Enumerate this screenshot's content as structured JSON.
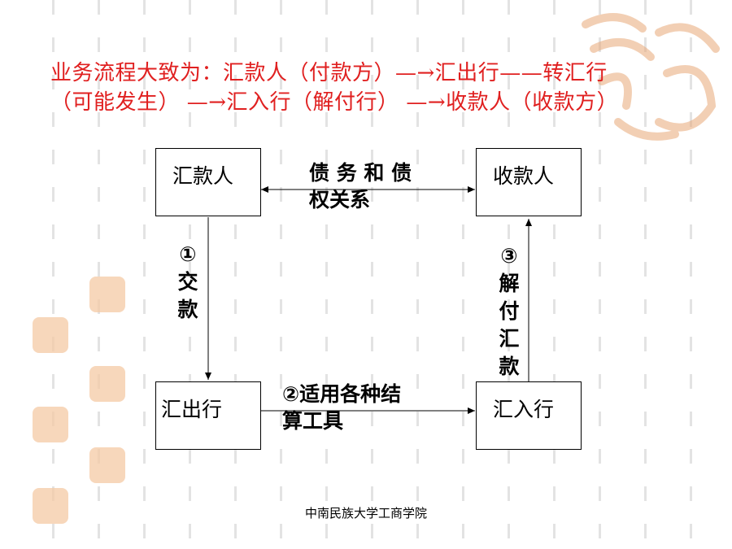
{
  "title": {
    "line1": "业务流程大致为：汇款人（付款方）—→汇出行——转汇行",
    "line2": "（可能发生）  —→汇入行（解付行）  —→收款人（收款方）"
  },
  "nodes": {
    "remitter": "汇款人",
    "payee": "收款人",
    "remitting_bank": "汇出行",
    "paying_bank": "汇入行"
  },
  "edges": {
    "relationship": {
      "line1": "债 务 和 债",
      "line2": "权关系"
    },
    "step1": {
      "number": "①",
      "c1": "交",
      "c2": "款"
    },
    "step2": {
      "line1": "②适用各种结",
      "line2": "算工具"
    },
    "step3": {
      "number": "③",
      "c1": "解",
      "c2": "付",
      "c3": "汇",
      "c4": "款"
    }
  },
  "footer": "中南民族大学工商学院",
  "colors": {
    "title": "#e02020",
    "seal": "#f4c9a4"
  }
}
